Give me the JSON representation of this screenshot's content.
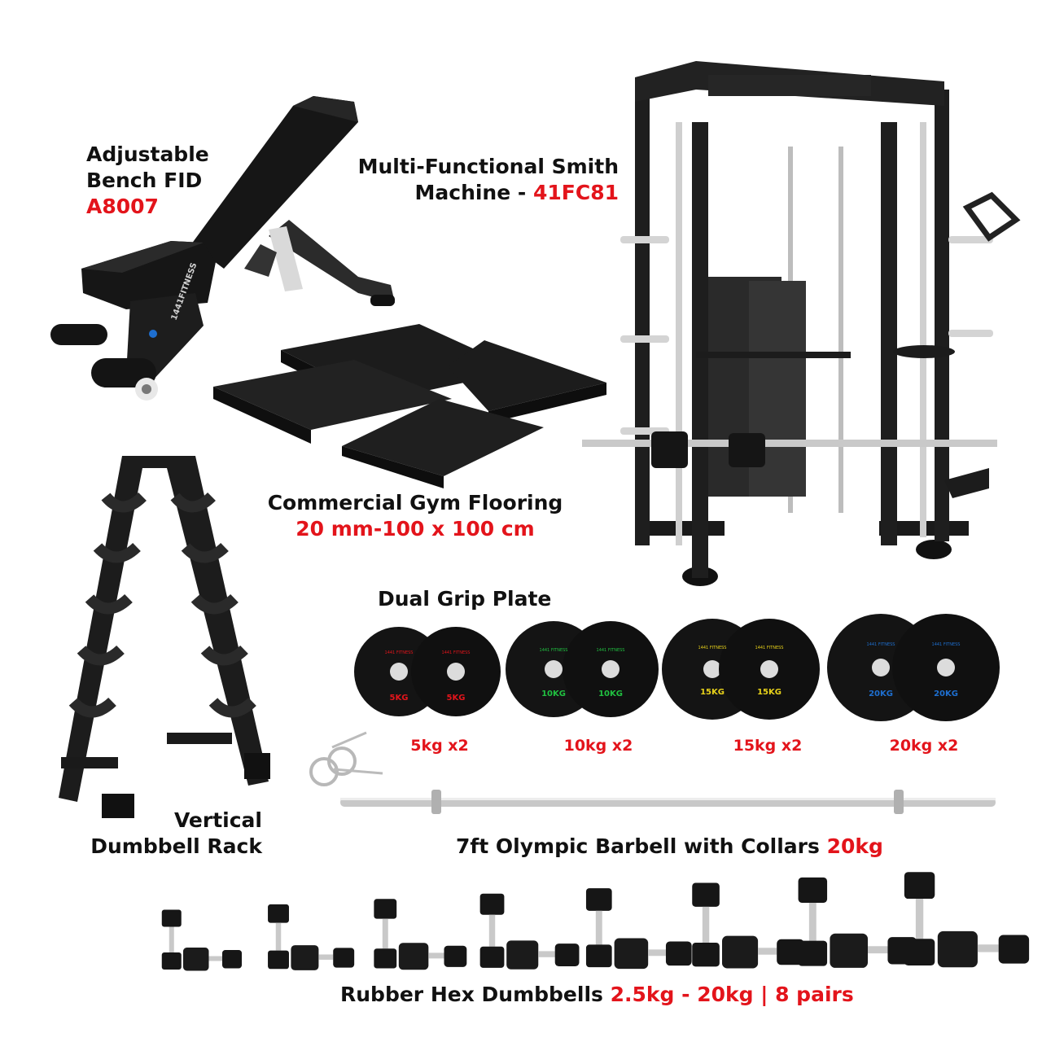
{
  "colors": {
    "accent_red": "#e3141b",
    "text": "#111111",
    "equipment_black": "#1a1a1a",
    "steel": "#c8c8c8"
  },
  "bench": {
    "line1": "Adjustable",
    "line2": "Bench FID",
    "model": "A8007",
    "brand_mark": "1441FITNESS"
  },
  "smith": {
    "line1": "Multi-Functional Smith",
    "line2_prefix": "Machine - ",
    "model": "41FC81"
  },
  "flooring": {
    "title": "Commercial Gym Flooring",
    "spec": "20 mm-100 x 100 cm"
  },
  "rack": {
    "line1": "Vertical",
    "line2": "Dumbbell Rack"
  },
  "plates": {
    "title": "Dual Grip Plate",
    "items": [
      {
        "label": "5kg x2",
        "weight_mark": "5KG",
        "brand": "1441 FITNESS",
        "color": "#e3141b"
      },
      {
        "label": "10kg x2",
        "weight_mark": "10KG",
        "brand": "1441 FITNESS",
        "color": "#20c040"
      },
      {
        "label": "15kg x2",
        "weight_mark": "15KG",
        "brand": "1441 FITNESS",
        "color": "#e8d21a"
      },
      {
        "label": "20kg x2",
        "weight_mark": "20KG",
        "brand": "1441 FITNESS",
        "color": "#1e6fd0"
      }
    ]
  },
  "barbell": {
    "title": "7ft Olympic Barbell with Collars",
    "weight": "20kg"
  },
  "dumbbells": {
    "title": "Rubber Hex Dumbbells",
    "range": "2.5kg - 20kg",
    "pairs": "| 8 pairs",
    "count": 8
  }
}
